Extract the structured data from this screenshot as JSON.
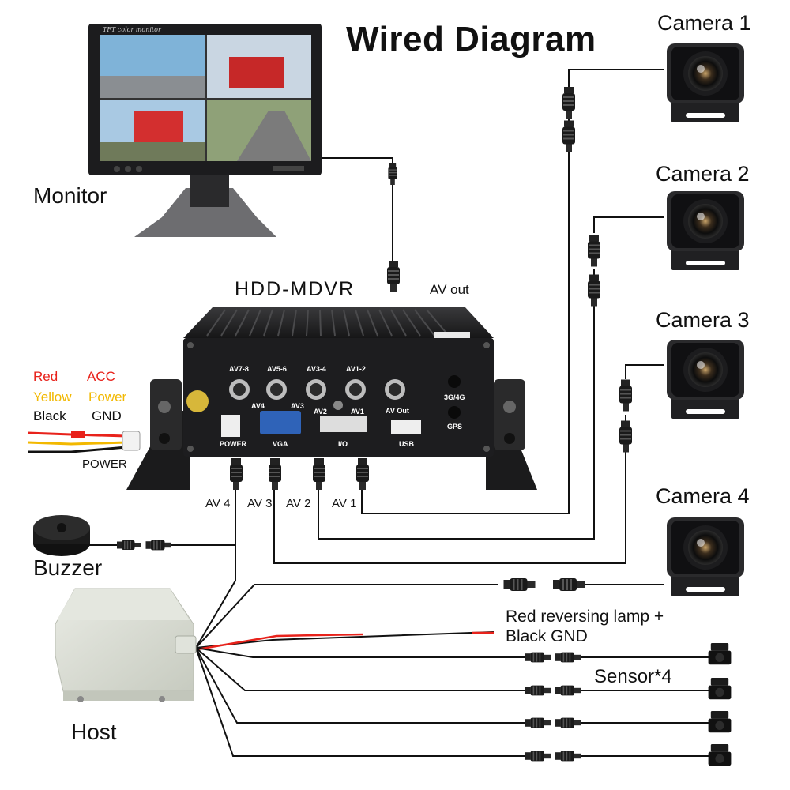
{
  "title": "Wired Diagram",
  "devices": {
    "monitor": "Monitor",
    "mdvr": "HDD-MDVR",
    "buzzer": "Buzzer",
    "host": "Host",
    "monitor_screen_text": "TFT color monitor"
  },
  "cameras": [
    "Camera 1",
    "Camera 2",
    "Camera 3",
    "Camera 4"
  ],
  "mdvr_ports": {
    "av78": "AV7-8",
    "av56": "AV5-6",
    "av34": "AV3-4",
    "av12": "AV1-2",
    "av_out_port": "AV Out",
    "g3g4g": "3G/4G",
    "gps": "GPS",
    "av4": "AV4",
    "av3": "AV3",
    "av2": "AV2",
    "av1": "AV1",
    "power": "POWER",
    "vga": "VGA",
    "io": "I/O",
    "usb": "USB"
  },
  "cable_labels": {
    "av_out": "AV out",
    "av4": "AV 4",
    "av3": "AV 3",
    "av2": "AV 2",
    "av1": "AV 1"
  },
  "power_legend": {
    "red": "Red",
    "acc": "ACC",
    "yellow": "Yellow",
    "power": "Power",
    "black": "Black",
    "gnd": "GND",
    "power_label": "POWER"
  },
  "reversing": {
    "line1": "Red reversing lamp +",
    "line2": "Black GND"
  },
  "sensor_label": "Sensor*4",
  "colors": {
    "red": "#e8221b",
    "yellow": "#f2b800",
    "device_black": "#1d1d1f",
    "host_box": "#d9dcd3",
    "wire": "#111111"
  }
}
